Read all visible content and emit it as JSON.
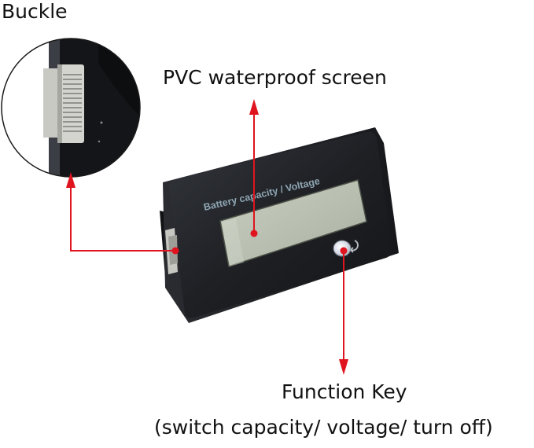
{
  "labels": {
    "buckle": "Buckle",
    "screen": "PVC waterproof screen",
    "function_key": "Function Key",
    "function_key_detail": "(switch capacity/ voltage/ turn off)"
  },
  "device": {
    "screen_print": "Battery capacity / Voltage"
  },
  "colors": {
    "arrow": "#e0141e",
    "device_body": "#1c1e22",
    "lcd": "#b8bfb0",
    "print_text": "#8fa6b3"
  },
  "icons": {
    "function_key": "power-cycle-icon"
  }
}
